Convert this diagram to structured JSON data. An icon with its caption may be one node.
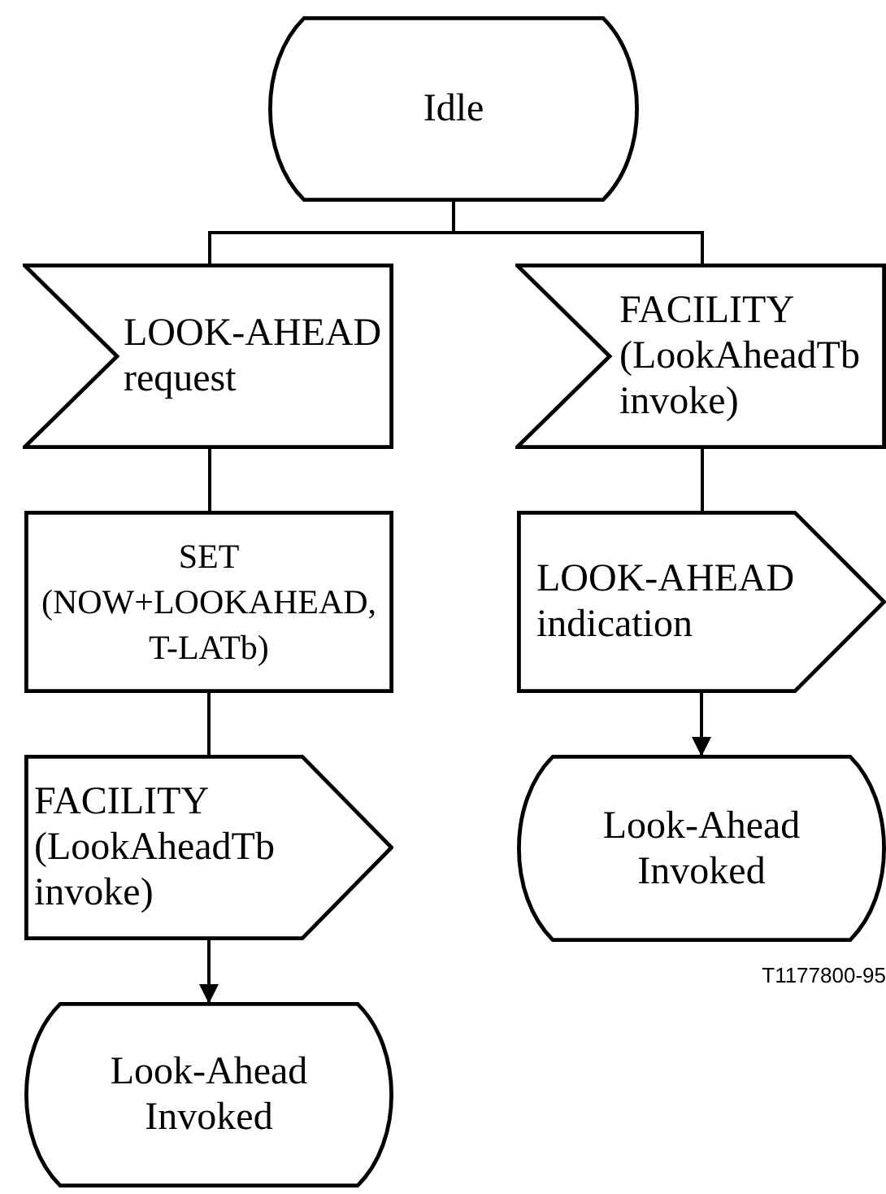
{
  "diagram": {
    "nodes": [
      {
        "text": [
          "Idle"
        ]
      },
      {
        "text": [
          "LOOK-AHEAD request"
        ]
      },
      {
        "text": [
          "FACILITY (LookAheadTb invoke)"
        ]
      },
      {
        "text": [
          "SET (NOW+LOOKAHEAD, T-LATb)"
        ]
      },
      {
        "text": [
          "LOOK-AHEAD indication"
        ]
      },
      {
        "text": [
          "FACILITY (LookAheadTb invoke)"
        ]
      },
      {
        "text": [
          "Look-Ahead Invoked"
        ]
      },
      {
        "text": [
          "Look-Ahead Invoked"
        ]
      }
    ],
    "edges": [
      {
        "from": 0,
        "to": 1,
        "arrow": "none"
      },
      {
        "from": 0,
        "to": 2,
        "arrow": "none"
      },
      {
        "from": 1,
        "to": 3,
        "arrow": "none"
      },
      {
        "from": 3,
        "to": 5,
        "arrow": "none"
      },
      {
        "from": 5,
        "to": 7,
        "arrow": "to"
      },
      {
        "from": 2,
        "to": 4,
        "arrow": "none"
      },
      {
        "from": 4,
        "to": 6,
        "arrow": "to"
      }
    ],
    "labels": [
      "T1177800-95"
    ]
  }
}
